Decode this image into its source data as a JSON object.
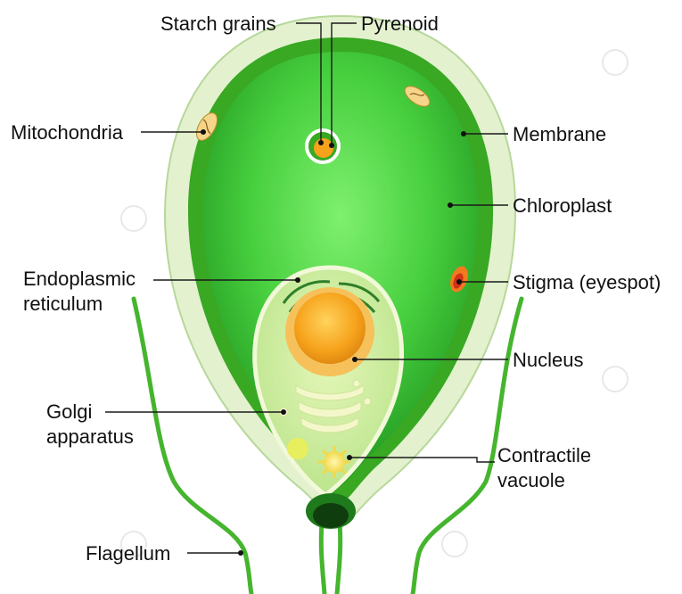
{
  "colors": {
    "outer_wall": "#e3f1cf",
    "membrane": "#39a823",
    "cytoplasm_dark": "#2fa52a",
    "cytoplasm_light": "#66e05e",
    "flagellum": "#45b52e",
    "nucleus": "#f6a21b",
    "nucleus_light": "#ffd25a",
    "golgi": "#f3f7c9"
  },
  "labels": {
    "starch": "Starch grains",
    "pyrenoid": "Pyrenoid",
    "mitochondria": "Mitochondria",
    "membrane": "Membrane",
    "chloroplast": "Chloroplast",
    "endoplasmic_1": "Endoplasmic",
    "endoplasmic_2": "reticulum",
    "stigma": "Stigma (eyespot)",
    "nucleus": "Nucleus",
    "golgi_1": "Golgi",
    "golgi_2": "apparatus",
    "contractile_1": "Contractile",
    "contractile_2": "vacuole",
    "flagellum": "Flagellum"
  }
}
